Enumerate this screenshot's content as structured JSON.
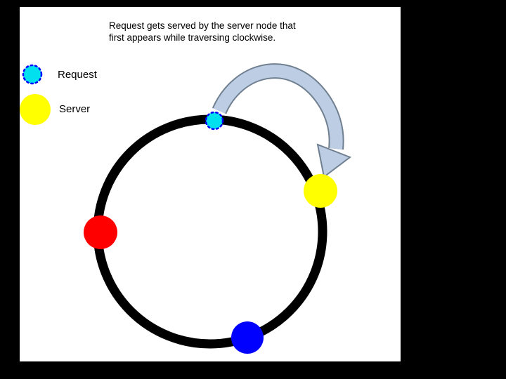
{
  "caption": {
    "line1": "Request gets served by the server node that",
    "line2": "first appears while traversing clockwise."
  },
  "legend": {
    "request_label": "Request",
    "server_label": "Server"
  },
  "colors": {
    "slide_bg": "#ffffff",
    "frame_bg": "#000000",
    "ring": "#000000",
    "request_fill": "#00e0ef",
    "request_border": "#0000ff",
    "server_fill": "#ffff00",
    "node_red": "#ff0000",
    "node_blue": "#0000ff",
    "arrow_fill": "#bccde4",
    "arrow_border": "#708090"
  },
  "diagram": {
    "type": "consistent-hashing-ring",
    "nodes": [
      {
        "id": "request",
        "kind": "request",
        "position": "top",
        "color": "cyan"
      },
      {
        "id": "server-1",
        "kind": "server",
        "position": "upper-right",
        "color": "yellow"
      },
      {
        "id": "server-2",
        "kind": "server",
        "position": "left",
        "color": "red"
      },
      {
        "id": "server-3",
        "kind": "server",
        "position": "bottom",
        "color": "blue"
      }
    ],
    "arrow": {
      "from": "request",
      "to": "server-1",
      "direction": "clockwise"
    }
  }
}
